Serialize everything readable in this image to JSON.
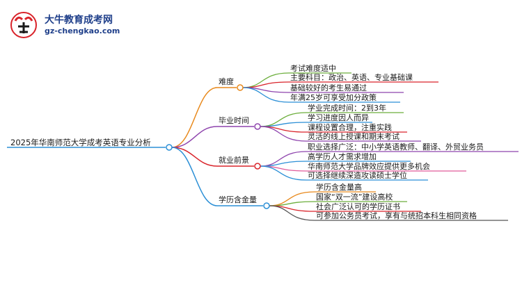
{
  "brand": {
    "name": "大牛教育成考网",
    "url": "gz-chengkao.com"
  },
  "root": "2025年华南师范大学成考英语专业分析",
  "branches": [
    {
      "label": "难度",
      "color": "#e8891c",
      "leaves": [
        {
          "text": "考试难度适中",
          "color": "#6cae3c"
        },
        {
          "text": "主要科目：政治、英语、专业基础课",
          "color": "#d9232a"
        },
        {
          "text": "基础较好的考生易通过",
          "color": "#8e44ad"
        },
        {
          "text": "年满25岁可享受加分政策",
          "color": "#2b8fd6"
        }
      ]
    },
    {
      "label": "毕业时间",
      "color": "#8e44ad",
      "leaves": [
        {
          "text": "学业完成时间：2到3年",
          "color": "#6cae3c"
        },
        {
          "text": "学习进度因人而异",
          "color": "#2b8fd6"
        },
        {
          "text": "课程设置合理，注重实践",
          "color": "#d9232a"
        },
        {
          "text": "灵活的线上授课和期末考试",
          "color": "#8e44ad"
        }
      ]
    },
    {
      "label": "就业前景",
      "color": "#d9232a",
      "leaves": [
        {
          "text": "职业选择广泛：中小学英语教师、翻译、外贸业务员",
          "color": "#8e44ad"
        },
        {
          "text": "高学历人才需求增加",
          "color": "#2b8fd6"
        },
        {
          "text": "华南师范大学品牌效应提供更多机会",
          "color": "#e05a9b"
        },
        {
          "text": "可选择继续深造攻读硕士学位",
          "color": "#2b8fd6"
        }
      ]
    },
    {
      "label": "学历含金量",
      "color": "#2b8fd6",
      "leaves": [
        {
          "text": "学历含金量高",
          "color": "#e8891c"
        },
        {
          "text": "国家“双一流”建设高校",
          "color": "#6cae3c"
        },
        {
          "text": "社会广泛认可的学历证书",
          "color": "#d9232a"
        },
        {
          "text": "可参加公务员考试，享有与统招本科生相同资格",
          "color": "#555555"
        }
      ]
    }
  ]
}
